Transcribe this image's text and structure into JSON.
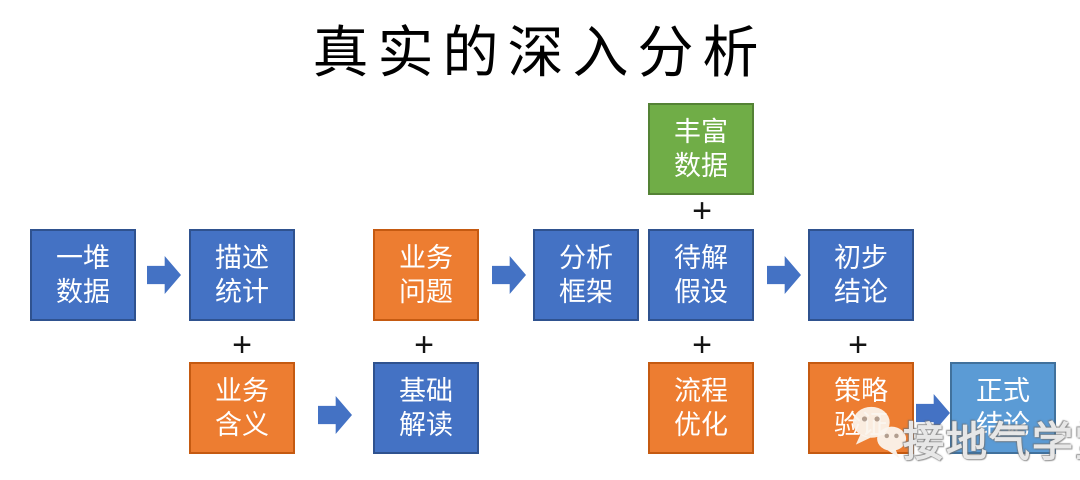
{
  "title": "真实的深入分析",
  "plus_symbol": "+",
  "colors": {
    "blue_fill": "#4472C4",
    "blue_border": "#2F528F",
    "orange_fill": "#ED7D31",
    "orange_border": "#C55A11",
    "green_fill": "#70AD47",
    "green_border": "#548235",
    "lightblue_fill": "#5B9BD5",
    "lightblue_border": "#41719C",
    "arrow_fill": "#4472C4",
    "text_on_box": "#FFFFFF",
    "title_color": "#000000"
  },
  "boxes": {
    "heap_data": {
      "label": "一堆\n数据",
      "color": "blue"
    },
    "descriptive_stats": {
      "label": "描述\n统计",
      "color": "blue"
    },
    "business_question": {
      "label": "业务\n问题",
      "color": "orange"
    },
    "analysis_framework": {
      "label": "分析\n框架",
      "color": "blue"
    },
    "pending_hypotheses": {
      "label": "待解\n假设",
      "color": "blue"
    },
    "preliminary_conclusion": {
      "label": "初步\n结论",
      "color": "blue"
    },
    "rich_data": {
      "label": "丰富\n数据",
      "color": "green"
    },
    "business_meaning": {
      "label": "业务\n含义",
      "color": "orange"
    },
    "basic_interpretation": {
      "label": "基础\n解读",
      "color": "orange-to-blue"
    },
    "basic_interpretation_label": "基础\n解读",
    "process_optimization": {
      "label": "流程\n优化",
      "color": "orange"
    },
    "strategy_validation": {
      "label": "策略\n验证",
      "color": "orange"
    },
    "formal_conclusion": {
      "label": "正式\n结论",
      "color": "lightblue"
    }
  },
  "connections": [
    {
      "from": "heap_data",
      "to": "descriptive_stats",
      "type": "arrow-right"
    },
    {
      "from": "business_question",
      "to": "analysis_framework",
      "type": "arrow-right"
    },
    {
      "from": "pending_hypotheses",
      "to": "preliminary_conclusion",
      "type": "arrow-right"
    },
    {
      "from": "business_meaning",
      "to": "basic_interpretation",
      "type": "arrow-right"
    },
    {
      "from": "strategy_validation",
      "to": "formal_conclusion",
      "type": "arrow-right"
    },
    {
      "from": "rich_data",
      "to": "pending_hypotheses",
      "type": "plus"
    },
    {
      "from": "descriptive_stats",
      "to": "business_meaning",
      "type": "plus"
    },
    {
      "from": "business_question",
      "to": "basic_interpretation",
      "type": "plus"
    },
    {
      "from": "pending_hypotheses",
      "to": "process_optimization",
      "type": "plus"
    },
    {
      "from": "preliminary_conclusion",
      "to": "strategy_validation",
      "type": "plus"
    }
  ],
  "watermark": {
    "text": "接地气学堂",
    "icon": "wechat-logo"
  }
}
